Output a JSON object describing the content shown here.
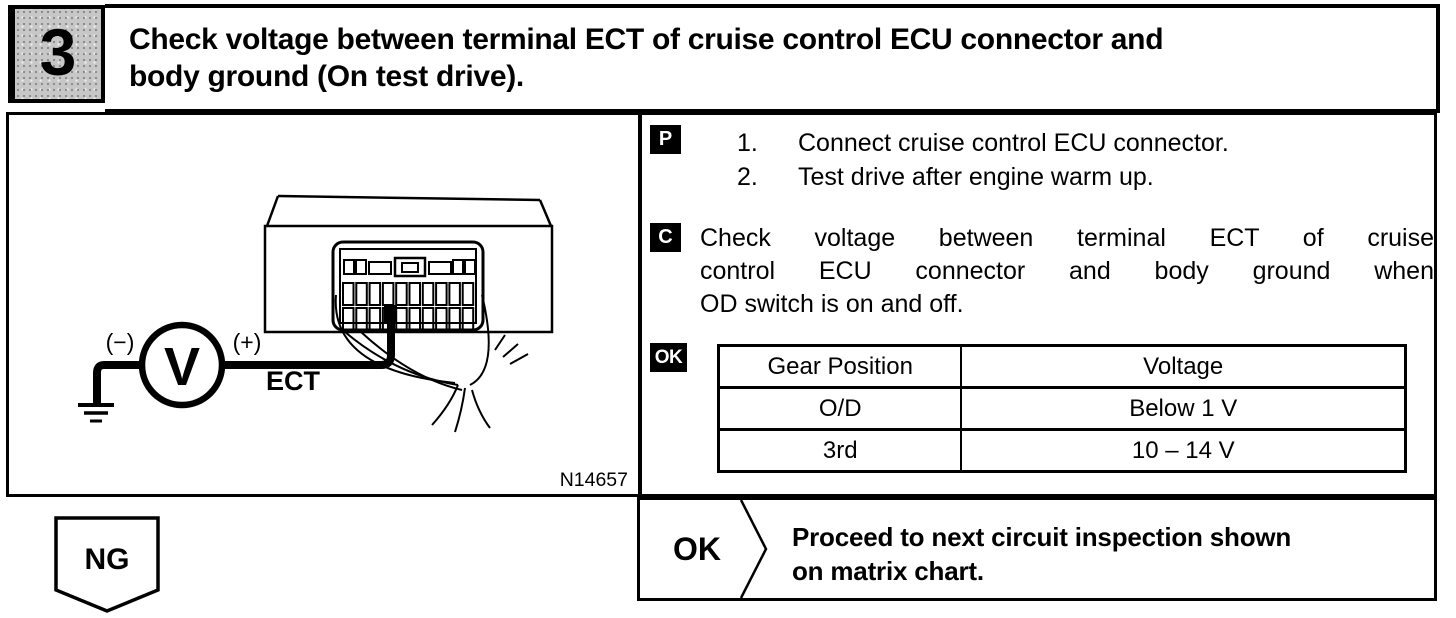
{
  "step": {
    "number": "3",
    "title_lines": [
      "Check voltage between terminal ECT of cruise control ECU connector and",
      "body ground (On test drive)."
    ]
  },
  "diagram": {
    "meter_symbol": "V",
    "negative_terminal": "(−)",
    "positive_terminal": "(+)",
    "terminal_name": "ECT",
    "figure_code": "N14657"
  },
  "procedure": {
    "prepare_badge": "P",
    "prepare_steps": [
      {
        "num": "1.",
        "text": "Connect cruise control ECU connector."
      },
      {
        "num": "2.",
        "text": "Test drive after engine warm up."
      }
    ],
    "check_badge": "C",
    "check_lines": [
      "Check voltage between terminal ECT of cruise",
      "control ECU connector and body ground when",
      "OD switch is on and off."
    ],
    "result_badge": "OK"
  },
  "spec_table": {
    "headers": [
      "Gear Position",
      "Voltage"
    ],
    "rows": [
      [
        "O/D",
        "Below 1 V"
      ],
      [
        "3rd",
        "10 – 14 V"
      ]
    ]
  },
  "outcome": {
    "ng_label": "NG",
    "ok_label": "OK",
    "ok_action_lines": [
      "Proceed to next circuit inspection shown",
      "on matrix chart."
    ]
  },
  "colors": {
    "ink": "#000000",
    "paper": "#ffffff",
    "step_badge_fill": "#c7c7c7"
  }
}
